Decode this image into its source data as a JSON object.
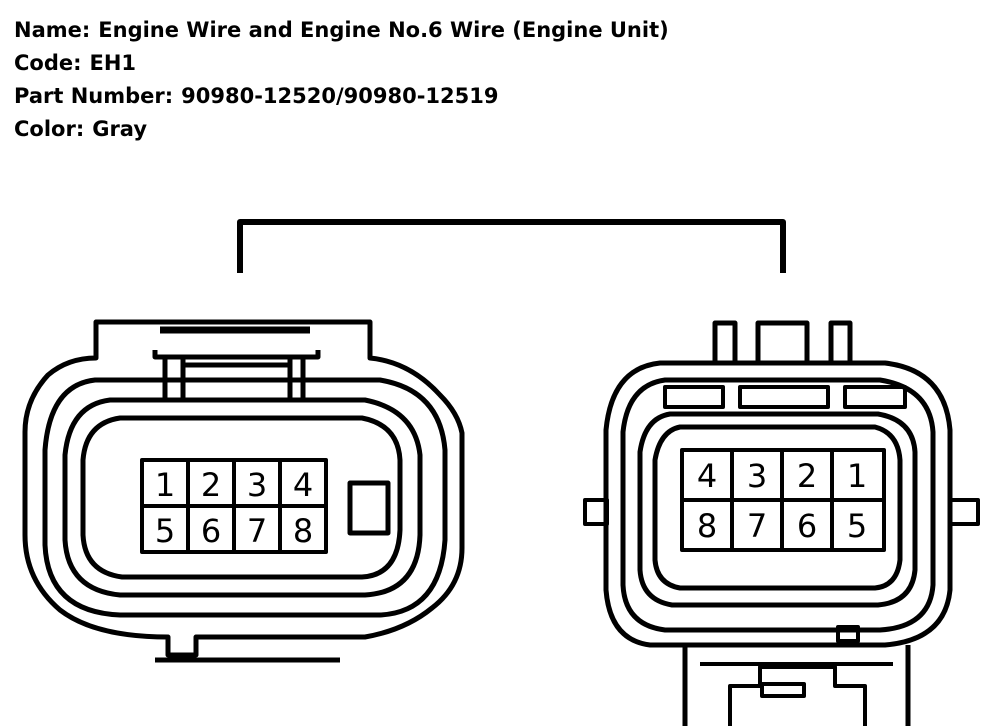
{
  "info": {
    "name_label": "Name:",
    "name_value": "Engine Wire and Engine No.6 Wire (Engine Unit)",
    "code_label": "Code:",
    "code_value": "EH1",
    "part_label": "Part Number:",
    "part_value": "90980-12520/90980-12519",
    "color_label": "Color:",
    "color_value": "Gray"
  },
  "connectors": {
    "left": {
      "pins_top": [
        "1",
        "2",
        "3",
        "4"
      ],
      "pins_bottom": [
        "5",
        "6",
        "7",
        "8"
      ]
    },
    "right": {
      "pins_top": [
        "4",
        "3",
        "2",
        "1"
      ],
      "pins_bottom": [
        "8",
        "7",
        "6",
        "5"
      ]
    }
  },
  "colors": {
    "line": "#000000",
    "background": "#ffffff"
  }
}
